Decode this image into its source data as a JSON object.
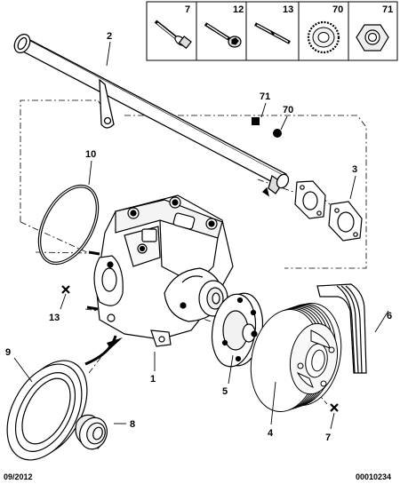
{
  "legend": [
    {
      "ref": "7",
      "icon": "flange-bolt-icon"
    },
    {
      "ref": "12",
      "icon": "hex-socket-bolt-icon"
    },
    {
      "ref": "13",
      "icon": "stud-icon"
    },
    {
      "ref": "70",
      "icon": "serrated-washer-icon"
    },
    {
      "ref": "71",
      "icon": "hex-nut-icon"
    }
  ],
  "callouts": {
    "pipe": "2",
    "o_ring": "10",
    "nut_ref": "71",
    "washer_ref": "70",
    "gasket": "3",
    "pump_body": "1",
    "hub": "5",
    "belt": "6",
    "pulley": "4",
    "pulley_bolt": "7",
    "stud": "13",
    "seal": "9",
    "bearing": "8"
  },
  "footer": {
    "date": "09/2012",
    "code": "00010234"
  }
}
